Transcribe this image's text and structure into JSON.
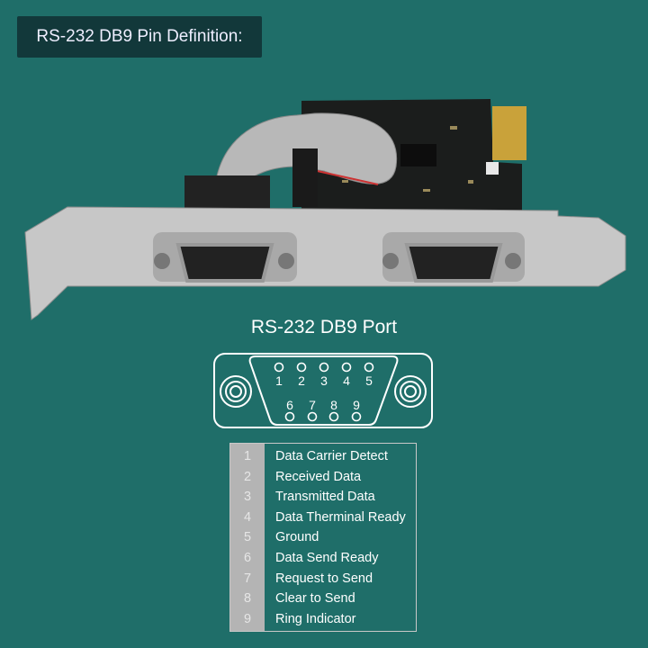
{
  "header": {
    "title": "RS-232 DB9 Pin Definition:"
  },
  "port": {
    "title": "RS-232 DB9 Port",
    "top_pins": [
      "1",
      "2",
      "3",
      "4",
      "5"
    ],
    "bottom_pins": [
      "6",
      "7",
      "8",
      "9"
    ]
  },
  "pins": [
    {
      "num": "1",
      "name": "Data Carrier Detect"
    },
    {
      "num": "2",
      "name": "Received Data"
    },
    {
      "num": "3",
      "name": "Transmitted Data"
    },
    {
      "num": "4",
      "name": "Data Therminal Ready"
    },
    {
      "num": "5",
      "name": "Ground"
    },
    {
      "num": "6",
      "name": "Data Send Ready"
    },
    {
      "num": "7",
      "name": "Request to Send"
    },
    {
      "num": "8",
      "name": "Clear to Send"
    },
    {
      "num": "9",
      "name": "Ring Indicator"
    }
  ],
  "colors": {
    "background": "#1f6e69",
    "header_bg": "#12383a",
    "number_column": "#b4b4b4"
  }
}
